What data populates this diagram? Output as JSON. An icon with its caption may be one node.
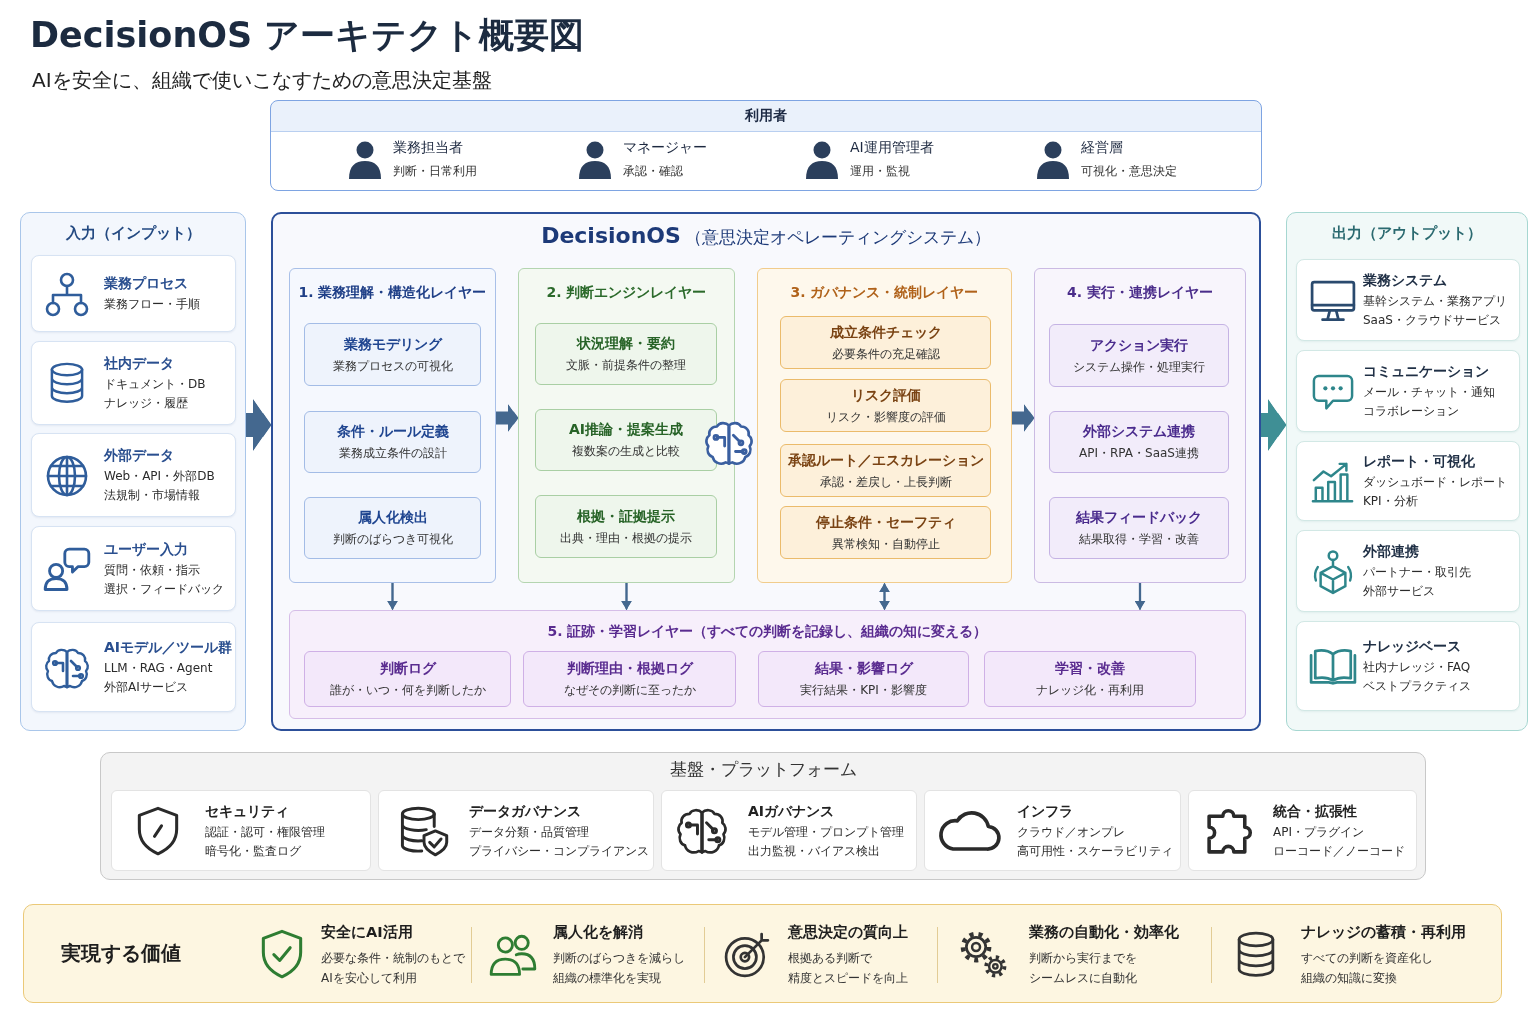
{
  "diagram": {
    "title": "DecisionOS アーキテクト概要図",
    "nodes": [
      {
        "text": [
          "利用者",
          "業務担当者",
          "判断・日常利用",
          "マネージャー",
          "承認・確認",
          "AI運用管理者",
          "運用・監視",
          "経営層",
          "可視化・意思決定"
        ]
      },
      {
        "text": [
          "入力（インプット）"
        ]
      },
      {
        "text": [
          "業務プロセス",
          "業務フロー・手順"
        ],
        "in": 1
      },
      {
        "text": [
          "社内データ",
          "ドキュメント・DB",
          "ナレッジ・履歴"
        ],
        "in": 1
      },
      {
        "text": [
          "外部データ",
          "Web・API・外部DB",
          "法規制・市場情報"
        ],
        "in": 1
      },
      {
        "text": [
          "ユーザー入力",
          "質問・依頼・指示",
          "選択・フィードバック"
        ],
        "in": 1
      },
      {
        "text": [
          "AIモデル／ツール群",
          "LLM・RAG・Agent",
          "外部AIサービス"
        ],
        "in": 1
      },
      {
        "text": [
          "DecisionOS",
          "（意思決定オペレーティングシステム）"
        ]
      },
      {
        "text": [
          "1. 業務理解・構造化レイヤー"
        ],
        "in": 7
      },
      {
        "text": [
          "業務モデリング",
          "業務プロセスの可視化"
        ],
        "in": 8
      },
      {
        "text": [
          "条件・ルール定義",
          "業務成立条件の設計"
        ],
        "in": 8
      },
      {
        "text": [
          "属人化検出",
          "判断のばらつき可視化"
        ],
        "in": 8
      },
      {
        "text": [
          "2. 判断エンジンレイヤー"
        ],
        "in": 7
      },
      {
        "text": [
          "状況理解・要約",
          "文脈・前提条件の整理"
        ],
        "in": 12
      },
      {
        "text": [
          "AI推論・提案生成",
          "複数案の生成と比較"
        ],
        "in": 12
      },
      {
        "text": [
          "根拠・証拠提示",
          "出典・理由・根拠の提示"
        ],
        "in": 12
      },
      {
        "text": [
          "3. ガバナンス・統制レイヤー"
        ],
        "in": 7
      },
      {
        "text": [
          "成立条件チェック",
          "必要条件の充足確認"
        ],
        "in": 16
      },
      {
        "text": [
          "リスク評価",
          "リスク・影響度の評価"
        ],
        "in": 16
      },
      {
        "text": [
          "承認ルート／エスカレーション",
          "承認・差戻し・上長判断"
        ],
        "in": 16
      },
      {
        "text": [
          "停止条件・セーフティ",
          "異常検知・自動停止"
        ],
        "in": 16
      },
      {
        "text": [
          "4. 実行・連携レイヤー"
        ],
        "in": 7
      },
      {
        "text": [
          "アクション実行",
          "システム操作・処理実行"
        ],
        "in": 21
      },
      {
        "text": [
          "外部システム連携",
          "API・RPA・SaaS連携"
        ],
        "in": 21
      },
      {
        "text": [
          "結果フィードバック",
          "結果取得・学習・改善"
        ],
        "in": 21
      },
      {
        "text": [
          "5. 証跡・学習レイヤー（すべての判断を記録し、組織の知に変える）"
        ],
        "in": 7
      },
      {
        "text": [
          "判断ログ",
          "誰が・いつ・何を判断したか"
        ],
        "in": 25
      },
      {
        "text": [
          "判断理由・根拠ログ",
          "なぜその判断に至ったか"
        ],
        "in": 25
      },
      {
        "text": [
          "結果・影響ログ",
          "実行結果・KPI・影響度"
        ],
        "in": 25
      },
      {
        "text": [
          "学習・改善",
          "ナレッジ化・再利用"
        ],
        "in": 25
      },
      {
        "text": [
          "出力（アウトプット）"
        ]
      },
      {
        "text": [
          "業務システム",
          "基幹システム・業務アプリ",
          "SaaS・クラウドサービス"
        ],
        "in": 30
      },
      {
        "text": [
          "コミュニケーション",
          "メール・チャット・通知",
          "コラボレーション"
        ],
        "in": 30
      },
      {
        "text": [
          "レポート・可視化",
          "ダッシュボード・レポート",
          "KPI・分析"
        ],
        "in": 30
      },
      {
        "text": [
          "外部連携",
          "パートナー・取引先",
          "外部サービス"
        ],
        "in": 30
      },
      {
        "text": [
          "ナレッジベース",
          "社内ナレッジ・FAQ",
          "ベストプラクティス"
        ],
        "in": 30
      },
      {
        "text": [
          "基盤・プラットフォーム"
        ]
      },
      {
        "text": [
          "セキュリティ",
          "認証・認可・権限管理",
          "暗号化・監査ログ"
        ],
        "in": 36
      },
      {
        "text": [
          "データガバナンス",
          "データ分類・品質管理",
          "プライバシー・コンプライアンス"
        ],
        "in": 36
      },
      {
        "text": [
          "AIガバナンス",
          "モデル管理・プロンプト管理",
          "出力監視・バイアス検出"
        ],
        "in": 36
      },
      {
        "text": [
          "インフラ",
          "クラウド／オンプレ",
          "高可用性・スケーラビリティ"
        ],
        "in": 36
      },
      {
        "text": [
          "統合・拡張性",
          "API・プラグイン",
          "ローコード／ノーコード"
        ],
        "in": 36
      },
      {
        "text": [
          "実現する価値",
          "安全にAI活用",
          "必要な条件・統制のもとで",
          "AIを安心して利用",
          "属人化を解消",
          "判断のばらつきを減らし",
          "組織の標準化を実現",
          "意思決定の質向上",
          "根拠ある判断で",
          "精度とスピードを向上",
          "業務の自動化・効率化",
          "判断から実行までを",
          "シームレスに自動化",
          "ナレッジの蓄積・再利用",
          "すべての判断を資産化し",
          "組織の知識に変換"
        ]
      }
    ],
    "edges": [
      {
        "from": 1,
        "to": 7,
        "arrow": "to",
        "style": "thick"
      },
      {
        "from": 8,
        "to": 12,
        "arrow": "to",
        "style": "thick"
      },
      {
        "from": 16,
        "to": 21,
        "arrow": "to",
        "style": "thick"
      },
      {
        "from": 7,
        "to": 30,
        "arrow": "to",
        "style": "thick",
        "color": "#3f8f95"
      },
      {
        "from": 8,
        "to": 25,
        "arrow": "to"
      },
      {
        "from": 12,
        "to": 25,
        "arrow": "to"
      },
      {
        "from": 16,
        "to": 25,
        "arrow": "both"
      },
      {
        "from": 21,
        "to": 25,
        "arrow": "to"
      }
    ],
    "labels": [
      "AIを安全に、組織で使いこなすための意思決定基盤"
    ]
  }
}
